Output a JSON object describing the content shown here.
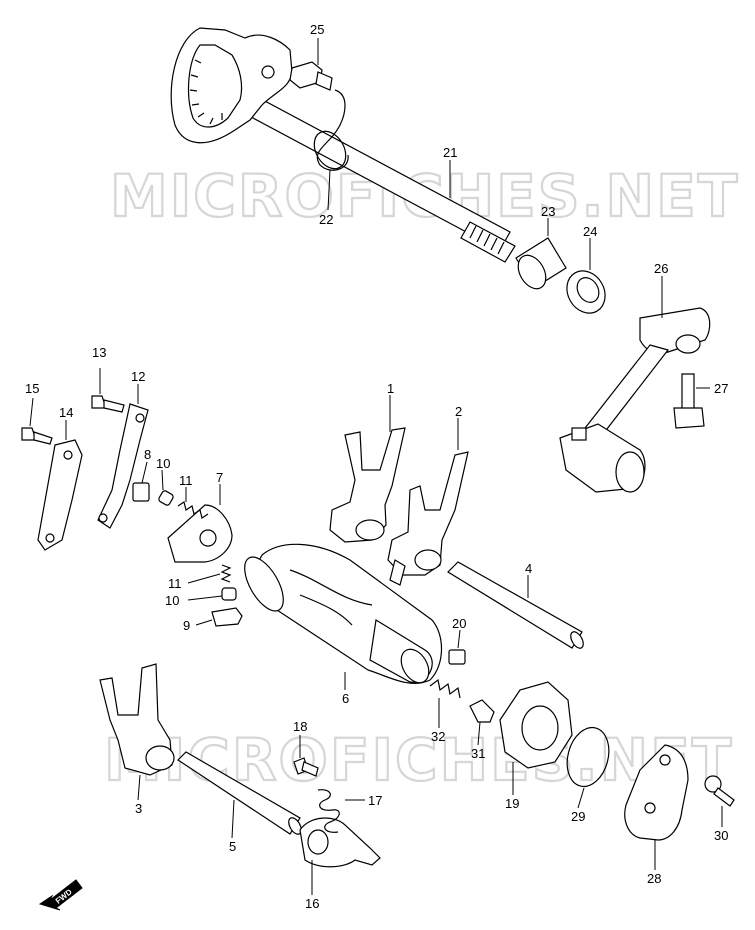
{
  "watermark": {
    "text_top": "MICROFICHES.NET",
    "text_bottom": "MICROFICHES.NET"
  },
  "fwd_label": "FWD",
  "callouts": {
    "p1": "1",
    "p2": "2",
    "p3": "3",
    "p4": "4",
    "p5": "5",
    "p6": "6",
    "p7": "7",
    "p8": "8",
    "p9": "9",
    "p10a": "10",
    "p10b": "10",
    "p11a": "11",
    "p11b": "11",
    "p12": "12",
    "p13": "13",
    "p14": "14",
    "p15": "15",
    "p16": "16",
    "p17": "17",
    "p18": "18",
    "p19": "19",
    "p20": "20",
    "p21": "21",
    "p22": "22",
    "p23": "23",
    "p24": "24",
    "p25": "25",
    "p26": "26",
    "p27": "27",
    "p28": "28",
    "p29": "29",
    "p30": "30",
    "p31": "31",
    "p32": "32"
  }
}
